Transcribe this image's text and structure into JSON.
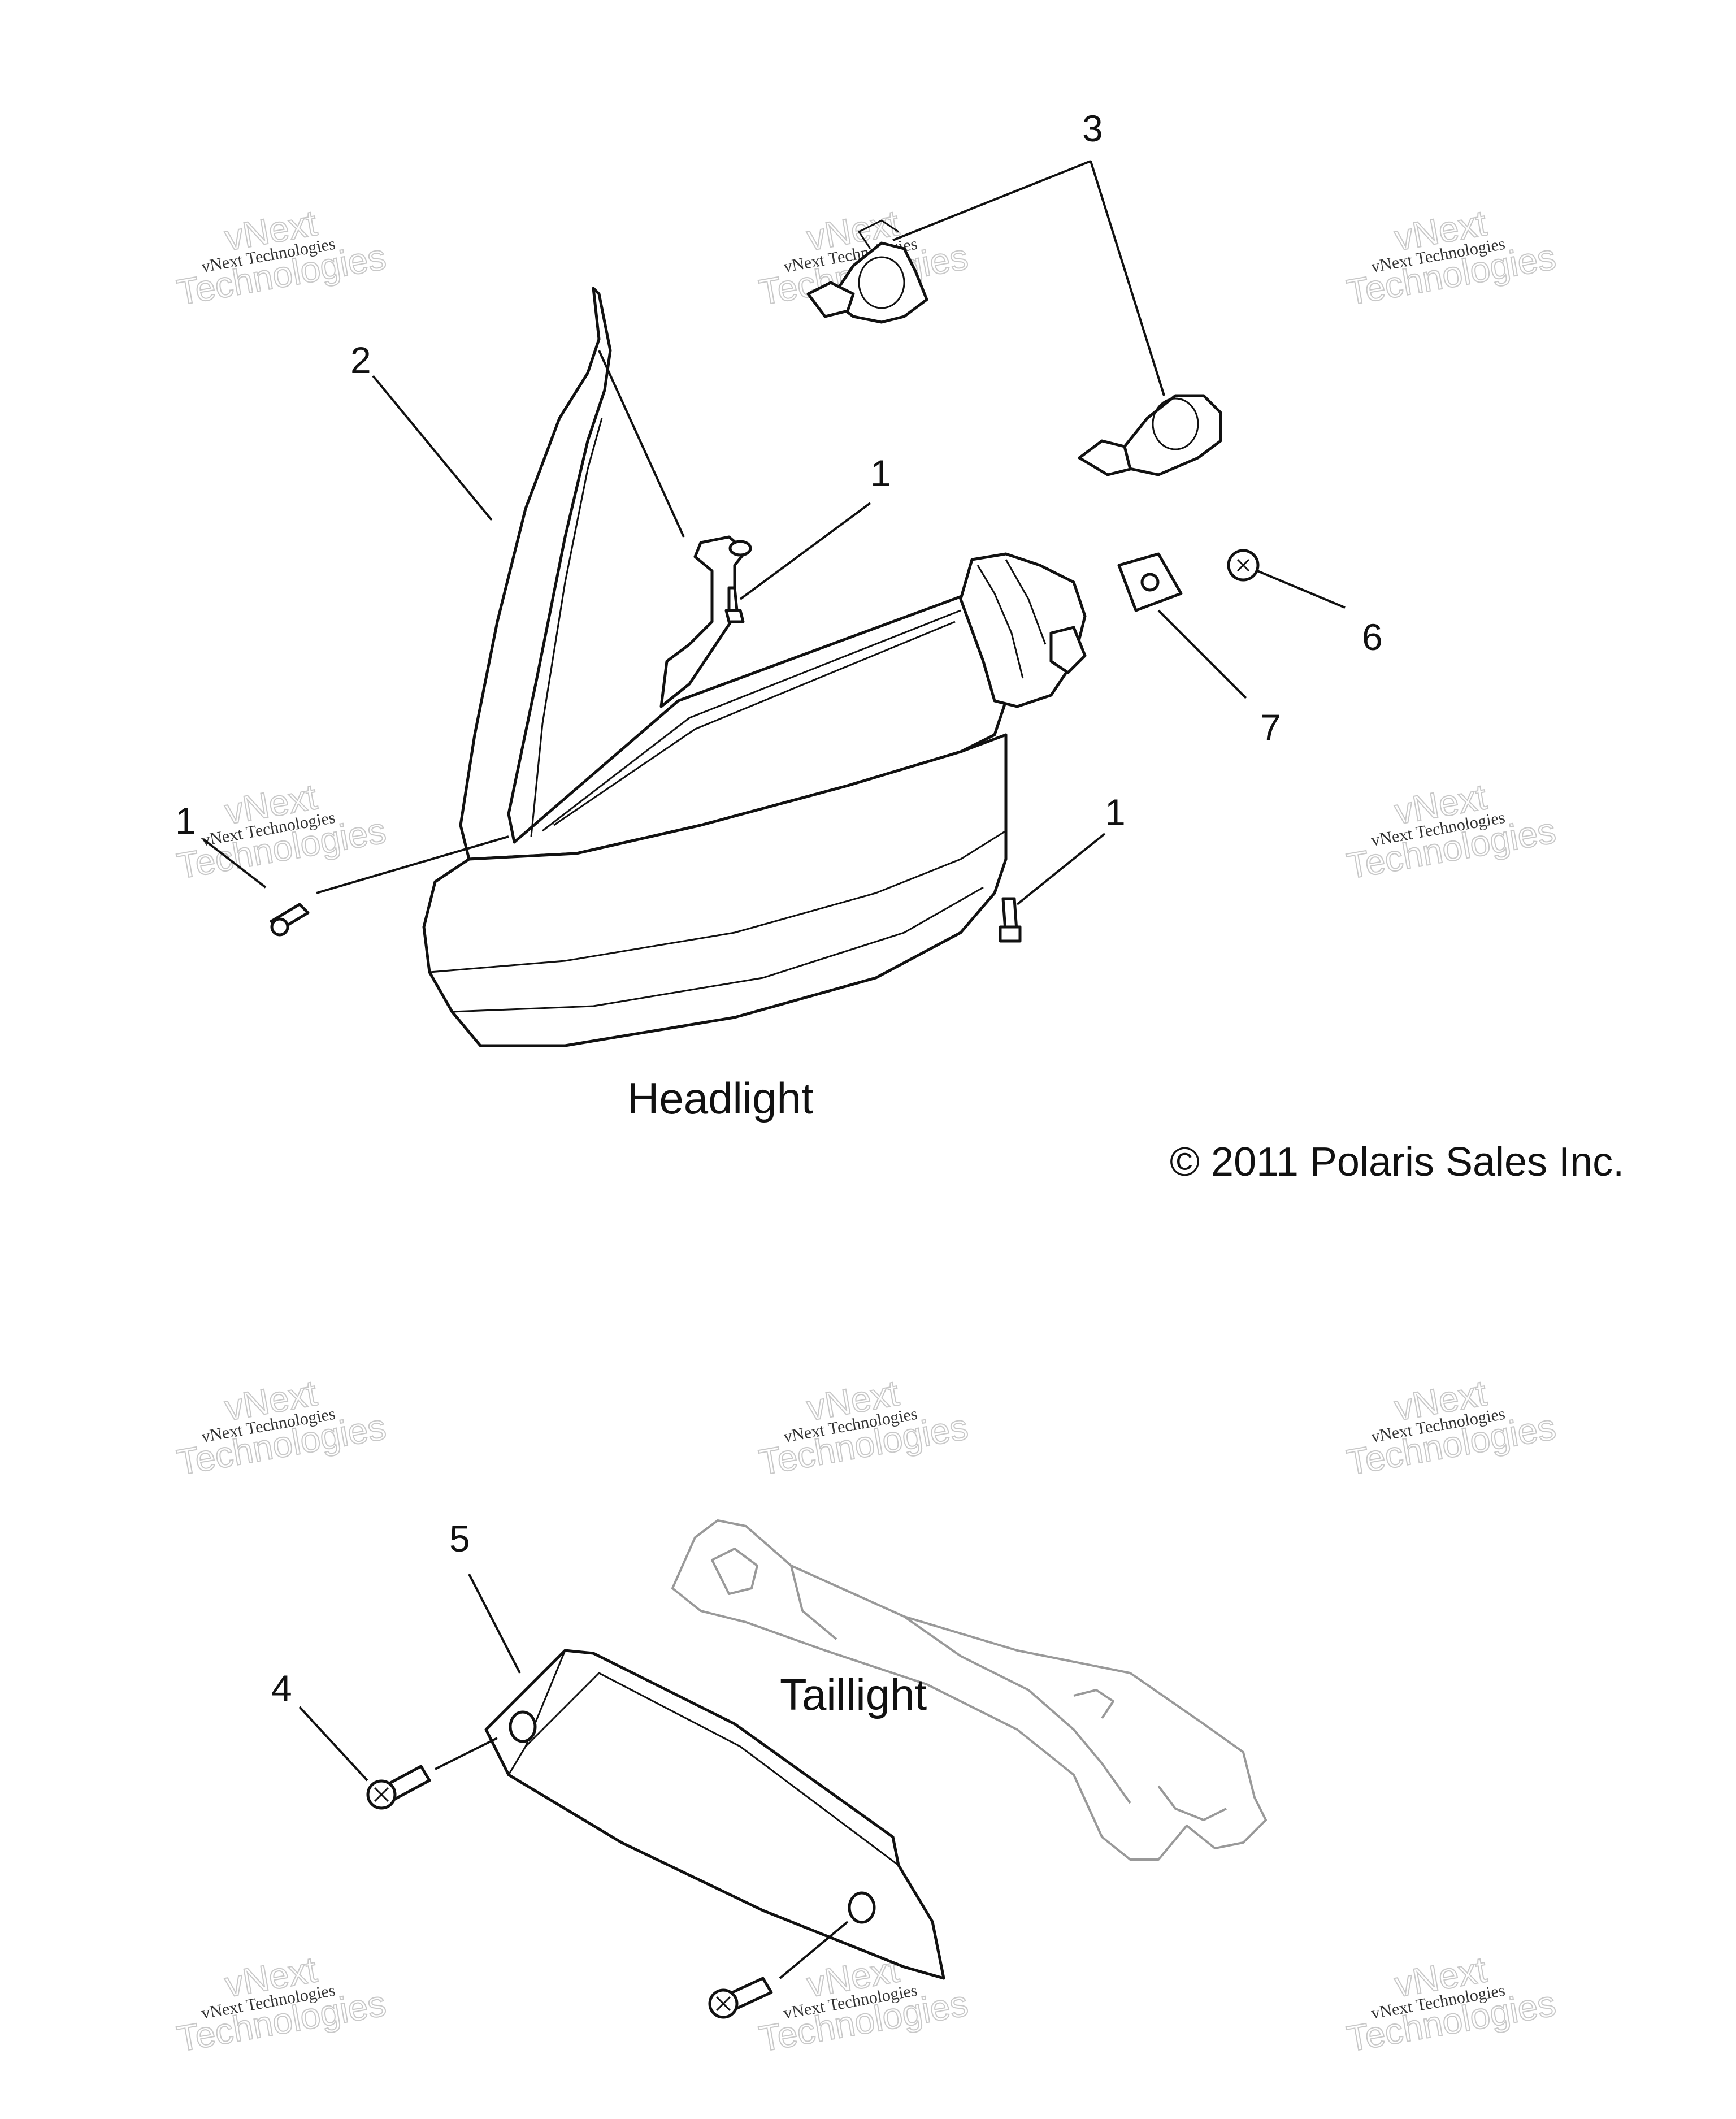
{
  "diagram": {
    "section_headlight": "Headlight",
    "section_taillight": "Taillight",
    "copyright": "© 2011 Polaris Sales Inc.",
    "callouts": [
      "1",
      "2",
      "3",
      "1",
      "1",
      "6",
      "7",
      "5",
      "4"
    ],
    "watermark": {
      "line1": "vNext Technologies",
      "line2": "vNext",
      "line3": "Technologies"
    }
  }
}
